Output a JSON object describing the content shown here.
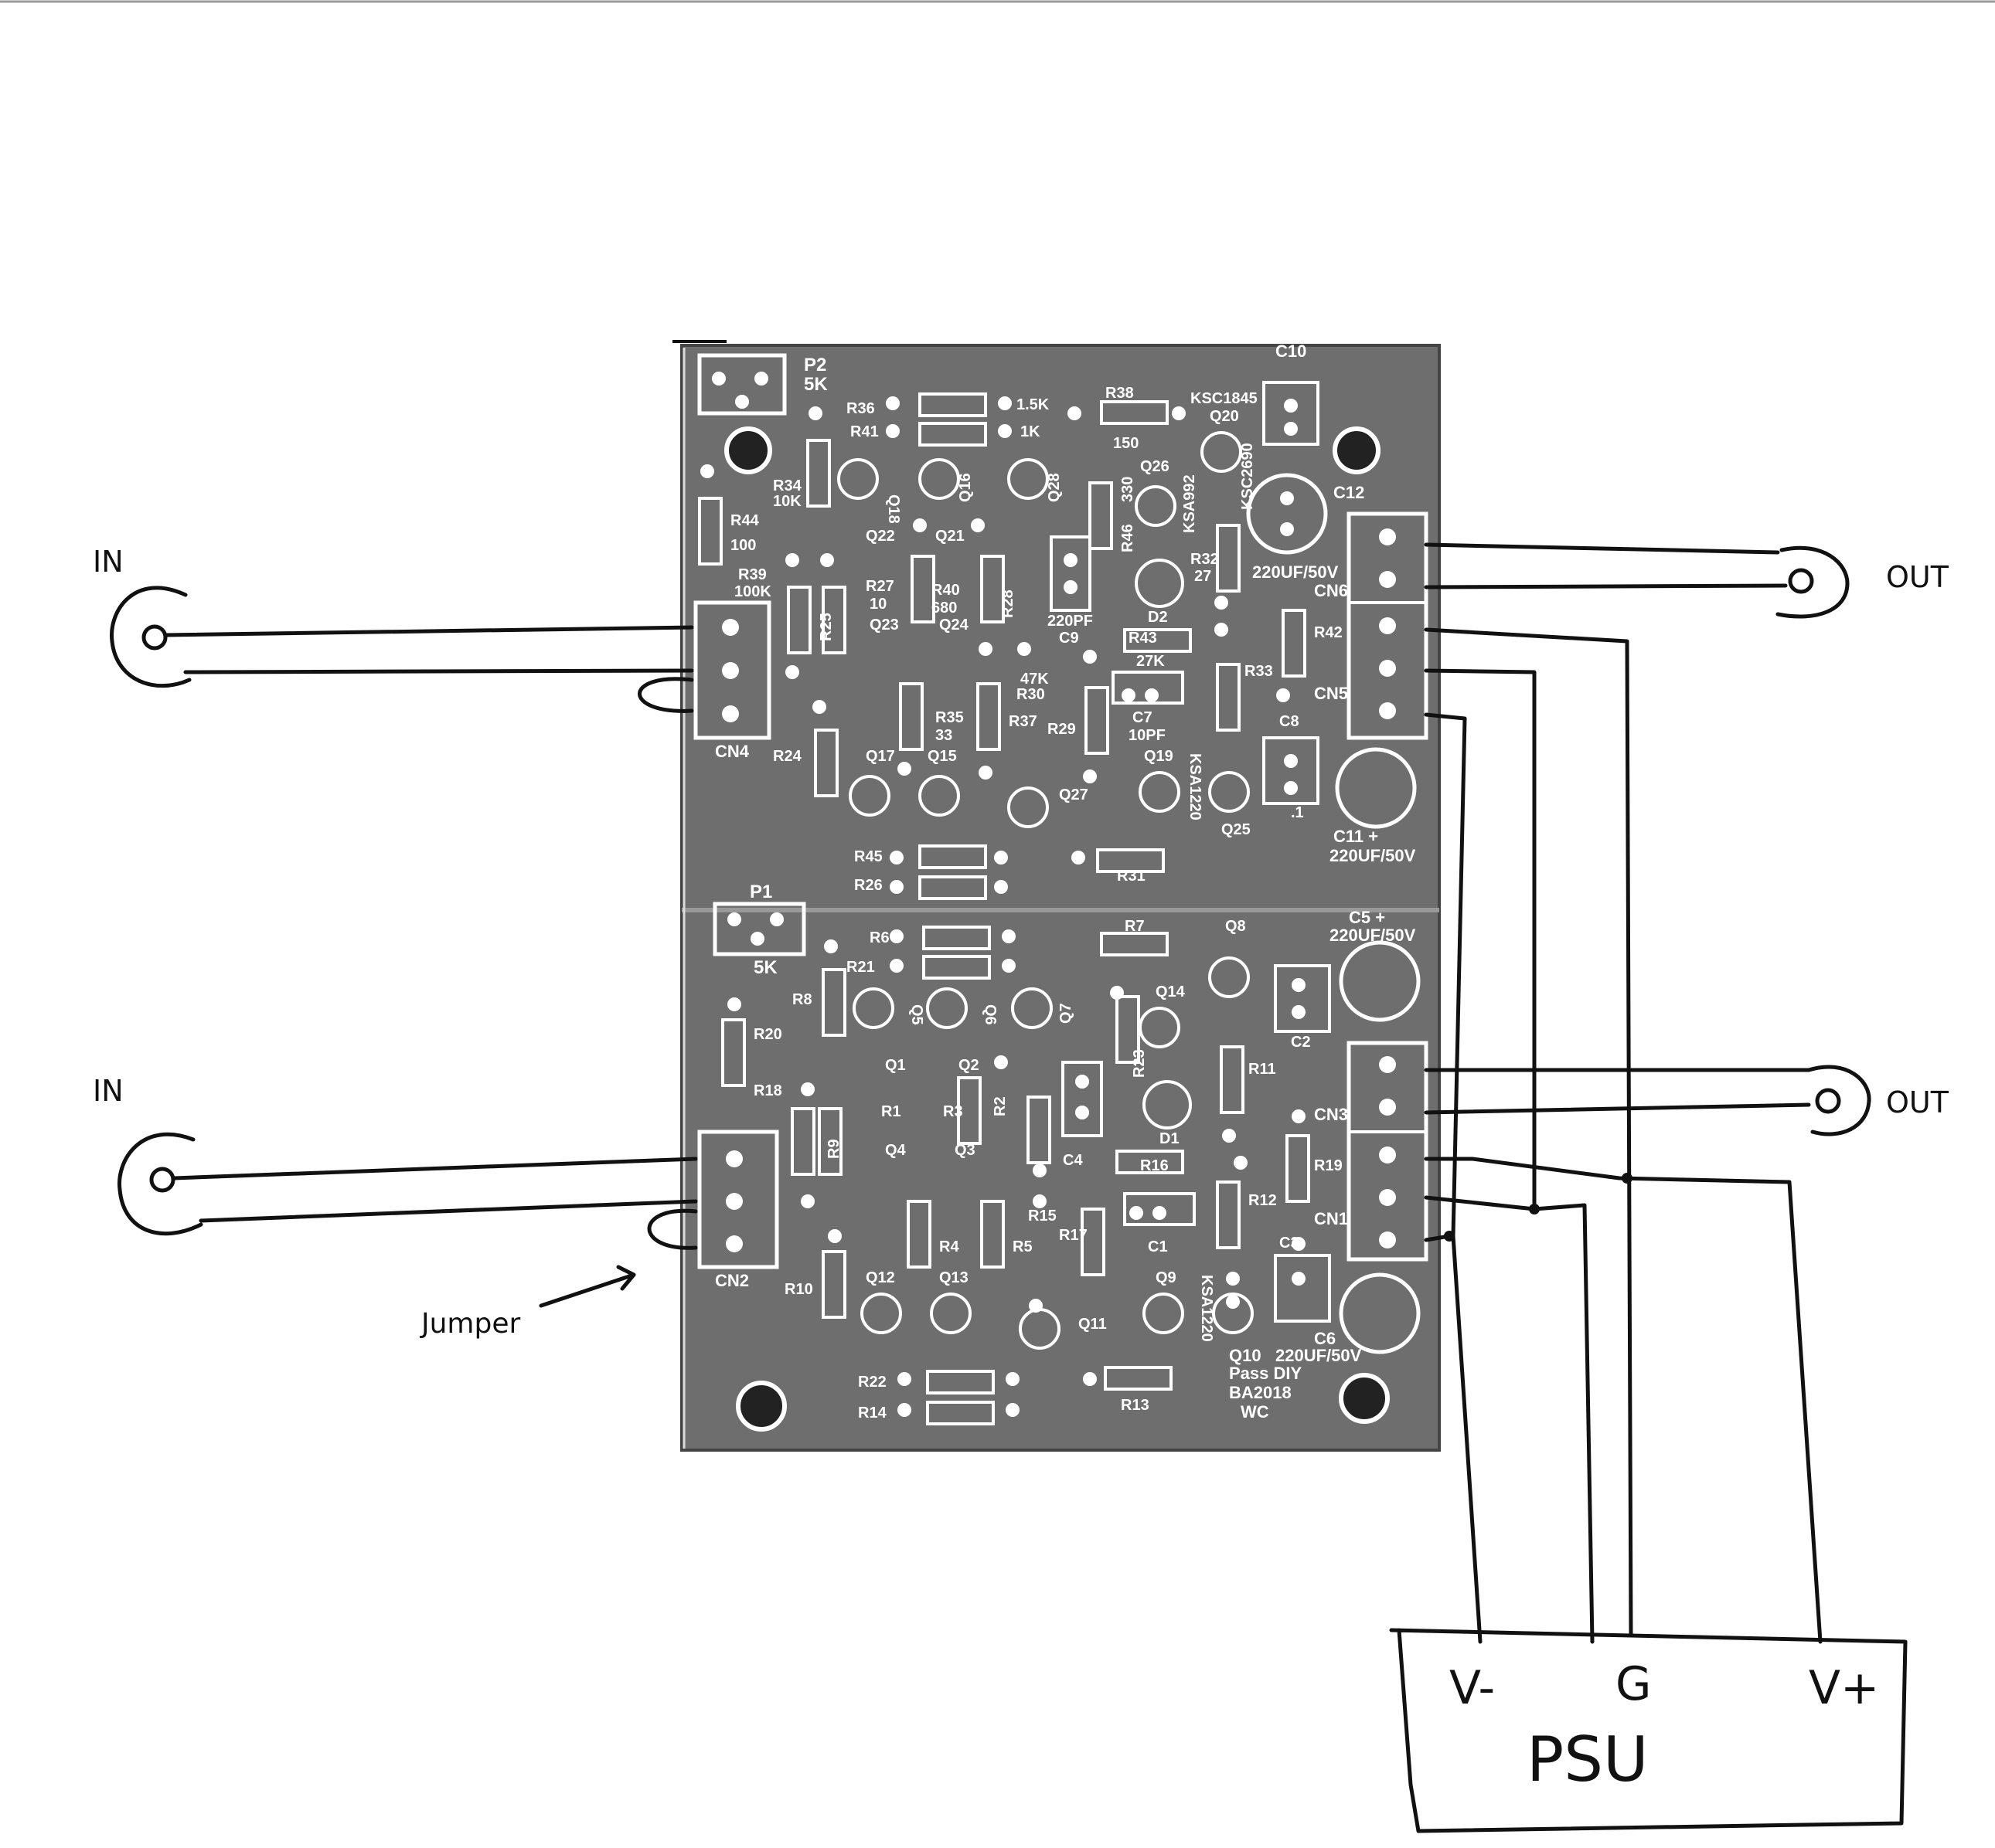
{
  "colors": {
    "pcb": "#6e6e6e",
    "pcb_edge": "#444444",
    "silk": "#ffffff",
    "ink": "#111111",
    "background": "#ffffff"
  },
  "labels": {
    "in_top": "IN",
    "in_bottom": "IN",
    "out_top": "OUT",
    "out_bottom": "OUT",
    "jumper": "Jumper",
    "psu": "PSU",
    "v_minus": "V-",
    "g": "G",
    "v_plus": "V+"
  },
  "board_top": {
    "p2": "P2",
    "p2_val": "5K",
    "cn4": "CN4",
    "cn5": "CN5",
    "cn6": "CN6",
    "c10": "C10",
    "c12": "C12",
    "c11_val": "C11 +",
    "c11_v": "220UF/50V",
    "c12_v": "220UF/50V",
    "top_parts": [
      {
        "ref": "R36"
      },
      {
        "ref": "R41"
      },
      {
        "ref": "1.5K"
      },
      {
        "ref": "1K"
      },
      {
        "ref": "R38"
      },
      {
        "ref": "150"
      },
      {
        "ref": "KSC1845"
      },
      {
        "ref": "Q20"
      },
      {
        "ref": "KSC2690"
      },
      {
        "ref": "Q26"
      },
      {
        "ref": "KSA992"
      },
      {
        "ref": "R34"
      },
      {
        "ref": "10K"
      },
      {
        "ref": "R44"
      },
      {
        "ref": "100"
      },
      {
        "ref": "Q22"
      },
      {
        "ref": "Q21"
      },
      {
        "ref": "Q18"
      },
      {
        "ref": "Q16"
      },
      {
        "ref": "Q28"
      },
      {
        "ref": "R46"
      },
      {
        "ref": "330"
      },
      {
        "ref": "R39"
      },
      {
        "ref": "100K"
      },
      {
        "ref": "R25"
      },
      {
        "ref": "R27"
      },
      {
        "ref": "10"
      },
      {
        "ref": "R40"
      },
      {
        "ref": "680"
      },
      {
        "ref": "R28"
      },
      {
        "ref": "220PF"
      },
      {
        "ref": "C9"
      },
      {
        "ref": "D2"
      },
      {
        "ref": "R43"
      },
      {
        "ref": "27K"
      },
      {
        "ref": "R32"
      },
      {
        "ref": "27"
      },
      {
        "ref": "R42"
      },
      {
        "ref": "R33"
      },
      {
        "ref": "Q23"
      },
      {
        "ref": "Q24"
      },
      {
        "ref": "47K"
      },
      {
        "ref": "R30"
      },
      {
        "ref": "R35"
      },
      {
        "ref": "33"
      },
      {
        "ref": "R37"
      },
      {
        "ref": "R29"
      },
      {
        "ref": "C7"
      },
      {
        "ref": "10PF"
      },
      {
        "ref": "C8"
      },
      {
        "ref": ".1"
      },
      {
        "ref": "R24"
      },
      {
        "ref": "Q17"
      },
      {
        "ref": "Q15"
      },
      {
        "ref": "Q19"
      },
      {
        "ref": "KSA1220"
      },
      {
        "ref": "Q27"
      },
      {
        "ref": "Q25"
      },
      {
        "ref": "R45"
      },
      {
        "ref": "R26"
      },
      {
        "ref": "R31"
      }
    ]
  },
  "board_bottom": {
    "p1": "P1",
    "p1_val": "5K",
    "cn2": "CN2",
    "cn1": "CN1",
    "cn3": "CN3",
    "c5": "C5 +",
    "c5_v": "220UF/50V",
    "c6": "C6",
    "c6_v": "220UF/50V",
    "credit1": "Pass DIY",
    "credit2": "BA2018",
    "credit3": "WC",
    "q10": "Q10",
    "bottom_parts": [
      {
        "ref": "R6"
      },
      {
        "ref": "R21"
      },
      {
        "ref": "R7"
      },
      {
        "ref": "Q8"
      },
      {
        "ref": "R8"
      },
      {
        "ref": "R20"
      },
      {
        "ref": "Q5"
      },
      {
        "ref": "Q6"
      },
      {
        "ref": "Q7"
      },
      {
        "ref": "Q14"
      },
      {
        "ref": "R23"
      },
      {
        "ref": "C2"
      },
      {
        "ref": "R18"
      },
      {
        "ref": "Q1"
      },
      {
        "ref": "Q2"
      },
      {
        "ref": "R1"
      },
      {
        "ref": "R3"
      },
      {
        "ref": "R2"
      },
      {
        "ref": "R9"
      },
      {
        "ref": "C4"
      },
      {
        "ref": "D1"
      },
      {
        "ref": "R11"
      },
      {
        "ref": "R16"
      },
      {
        "ref": "R19"
      },
      {
        "ref": "Q4"
      },
      {
        "ref": "Q3"
      },
      {
        "ref": "R15"
      },
      {
        "ref": "R4"
      },
      {
        "ref": "R5"
      },
      {
        "ref": "R17"
      },
      {
        "ref": "C1"
      },
      {
        "ref": "R12"
      },
      {
        "ref": "C3"
      },
      {
        "ref": "R10"
      },
      {
        "ref": "Q12"
      },
      {
        "ref": "Q13"
      },
      {
        "ref": "Q9"
      },
      {
        "ref": "Q11"
      },
      {
        "ref": "KSA1220"
      },
      {
        "ref": "R22"
      },
      {
        "ref": "R14"
      },
      {
        "ref": "R13"
      }
    ]
  }
}
